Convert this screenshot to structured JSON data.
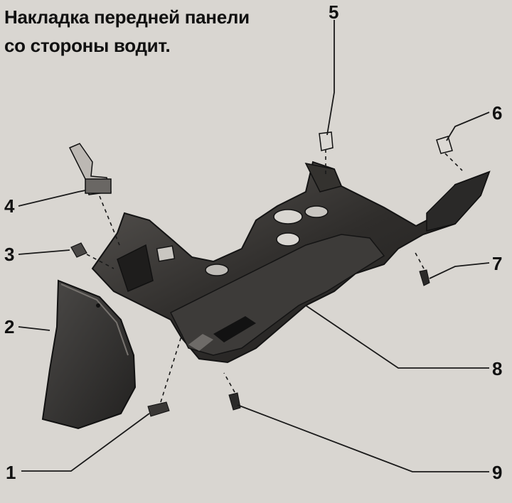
{
  "title": {
    "line1": "Накладка передней панели",
    "line2": "со стороны водит."
  },
  "callouts": [
    {
      "id": "1",
      "label": "1"
    },
    {
      "id": "2",
      "label": "2"
    },
    {
      "id": "3",
      "label": "3"
    },
    {
      "id": "4",
      "label": "4"
    },
    {
      "id": "5",
      "label": "5"
    },
    {
      "id": "6",
      "label": "6"
    },
    {
      "id": "7",
      "label": "7"
    },
    {
      "id": "8",
      "label": "8"
    },
    {
      "id": "9",
      "label": "9"
    }
  ],
  "colors": {
    "background": "#d9d6d1",
    "part_dark": "#2b2a29",
    "part_mid": "#4a4846",
    "part_light": "#8a8783",
    "line": "#1a1a1a"
  }
}
